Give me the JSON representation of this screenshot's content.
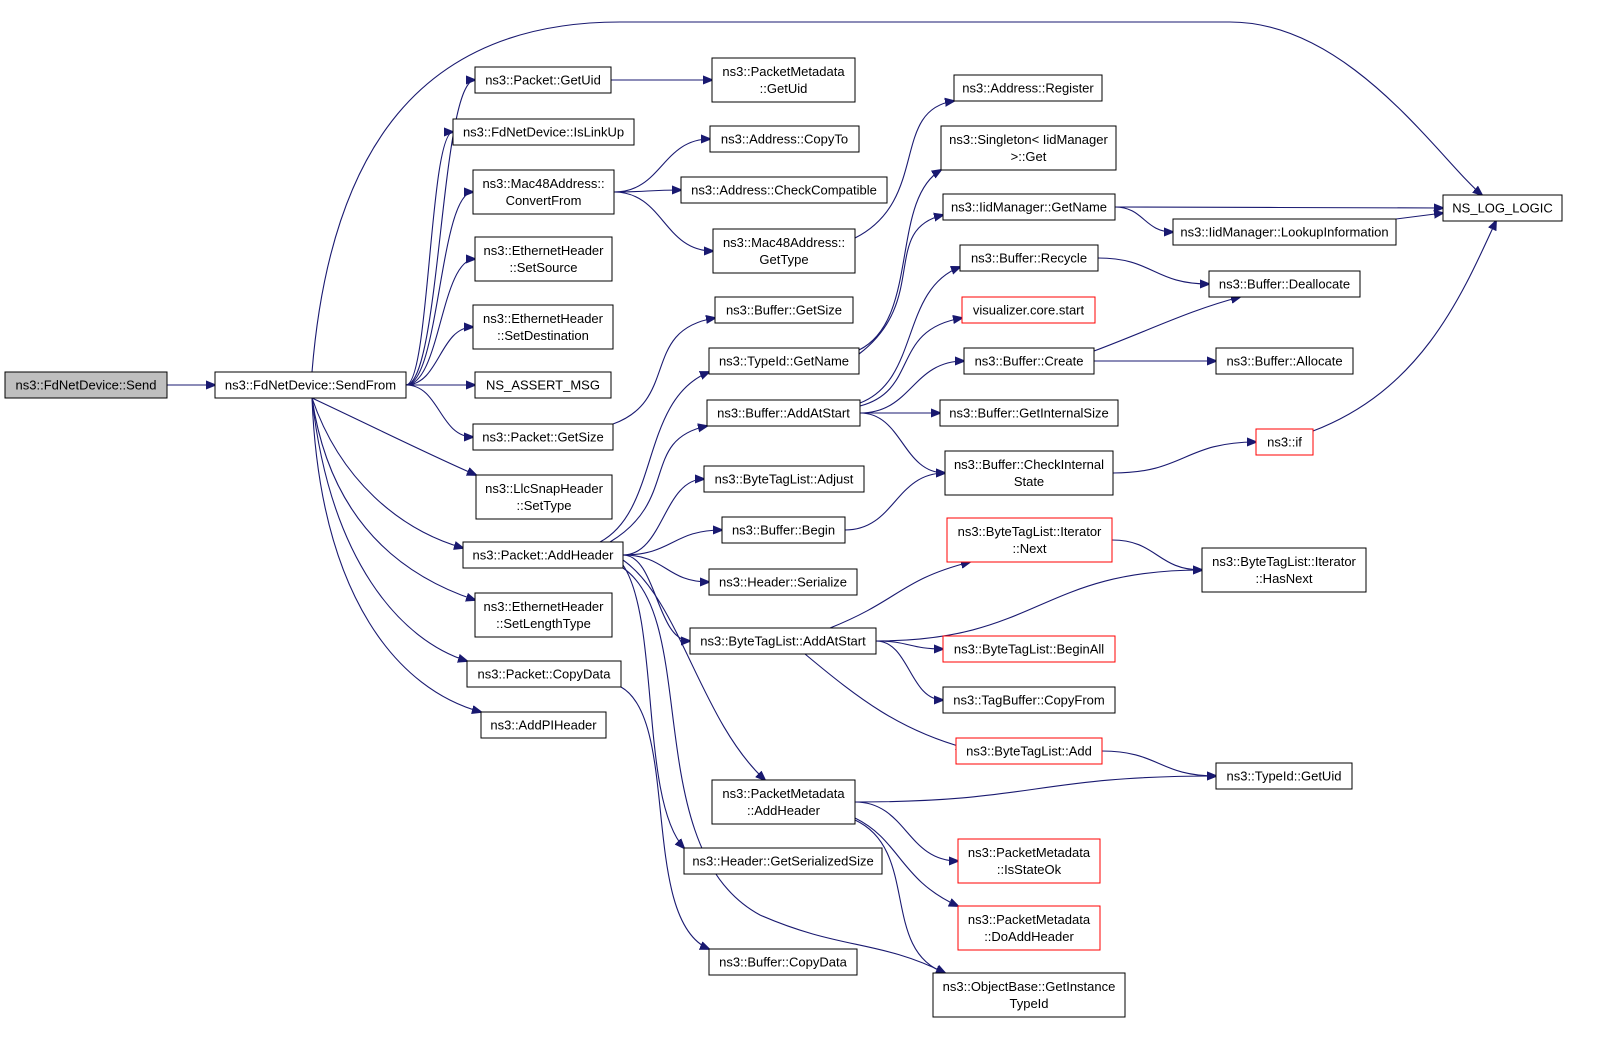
{
  "colors": {
    "edge": "#191970",
    "truncated_border": "#ff0000",
    "root_fill": "#bfbfbf",
    "node_border": "#000000"
  },
  "nodes": [
    {
      "id": "send",
      "lines": [
        "ns3::FdNetDevice::Send"
      ],
      "style": "root"
    },
    {
      "id": "sendfrom",
      "lines": [
        "ns3::FdNetDevice::SendFrom"
      ]
    },
    {
      "id": "getuid_pkt",
      "lines": [
        "ns3::Packet::GetUid"
      ]
    },
    {
      "id": "islinkup",
      "lines": [
        "ns3::FdNetDevice::IsLinkUp"
      ]
    },
    {
      "id": "mac48convert",
      "lines": [
        "ns3::Mac48Address::",
        "ConvertFrom"
      ]
    },
    {
      "id": "eth_setsource",
      "lines": [
        "ns3::EthernetHeader",
        "::SetSource"
      ]
    },
    {
      "id": "eth_setdest",
      "lines": [
        "ns3::EthernetHeader",
        "::SetDestination"
      ]
    },
    {
      "id": "assertmsg",
      "lines": [
        "NS_ASSERT_MSG"
      ]
    },
    {
      "id": "pkt_getsize",
      "lines": [
        "ns3::Packet::GetSize"
      ]
    },
    {
      "id": "llc_settype",
      "lines": [
        "ns3::LlcSnapHeader",
        "::SetType"
      ]
    },
    {
      "id": "pkt_addheader",
      "lines": [
        "ns3::Packet::AddHeader"
      ]
    },
    {
      "id": "eth_setlentype",
      "lines": [
        "ns3::EthernetHeader",
        "::SetLengthType"
      ]
    },
    {
      "id": "pkt_copydata",
      "lines": [
        "ns3::Packet::CopyData"
      ]
    },
    {
      "id": "addpiheader",
      "lines": [
        "ns3::AddPIHeader"
      ]
    },
    {
      "id": "pm_getuid",
      "lines": [
        "ns3::PacketMetadata",
        "::GetUid"
      ]
    },
    {
      "id": "addr_copyto",
      "lines": [
        "ns3::Address::CopyTo"
      ]
    },
    {
      "id": "addr_checkcompat",
      "lines": [
        "ns3::Address::CheckCompatible"
      ]
    },
    {
      "id": "mac48gettype",
      "lines": [
        "ns3::Mac48Address::",
        "GetType"
      ]
    },
    {
      "id": "buf_getsize",
      "lines": [
        "ns3::Buffer::GetSize"
      ]
    },
    {
      "id": "typeid_getname",
      "lines": [
        "ns3::TypeId::GetName"
      ]
    },
    {
      "id": "buf_addatstart",
      "lines": [
        "ns3::Buffer::AddAtStart"
      ]
    },
    {
      "id": "btl_adjust",
      "lines": [
        "ns3::ByteTagList::Adjust"
      ]
    },
    {
      "id": "buf_begin",
      "lines": [
        "ns3::Buffer::Begin"
      ]
    },
    {
      "id": "hdr_serialize",
      "lines": [
        "ns3::Header::Serialize"
      ]
    },
    {
      "id": "btl_addatstart",
      "lines": [
        "ns3::ByteTagList::AddAtStart"
      ]
    },
    {
      "id": "pm_addheader",
      "lines": [
        "ns3::PacketMetadata",
        "::AddHeader"
      ]
    },
    {
      "id": "hdr_getsersize",
      "lines": [
        "ns3::Header::GetSerializedSize"
      ]
    },
    {
      "id": "buf_copydata",
      "lines": [
        "ns3::Buffer::CopyData"
      ]
    },
    {
      "id": "addr_register",
      "lines": [
        "ns3::Address::Register"
      ]
    },
    {
      "id": "singleton_get",
      "lines": [
        "ns3::Singleton< IidManager",
        ">::Get"
      ]
    },
    {
      "id": "iid_getname",
      "lines": [
        "ns3::IidManager::GetName"
      ]
    },
    {
      "id": "buf_recycle",
      "lines": [
        "ns3::Buffer::Recycle"
      ]
    },
    {
      "id": "viz_start",
      "lines": [
        "visualizer.core.start"
      ],
      "style": "truncated"
    },
    {
      "id": "buf_create",
      "lines": [
        "ns3::Buffer::Create"
      ]
    },
    {
      "id": "buf_getinternalsize",
      "lines": [
        "ns3::Buffer::GetInternalSize"
      ]
    },
    {
      "id": "buf_checkinternal",
      "lines": [
        "ns3::Buffer::CheckInternal",
        "State"
      ]
    },
    {
      "id": "btl_it_next",
      "lines": [
        "ns3::ByteTagList::Iterator",
        "::Next"
      ],
      "style": "truncated"
    },
    {
      "id": "btl_beginall",
      "lines": [
        "ns3::ByteTagList::BeginAll"
      ],
      "style": "truncated"
    },
    {
      "id": "tagbuf_copyfrom",
      "lines": [
        "ns3::TagBuffer::CopyFrom"
      ]
    },
    {
      "id": "btl_add",
      "lines": [
        "ns3::ByteTagList::Add"
      ],
      "style": "truncated"
    },
    {
      "id": "pm_isstateok",
      "lines": [
        "ns3::PacketMetadata",
        "::IsStateOk"
      ],
      "style": "truncated"
    },
    {
      "id": "pm_doaddheader",
      "lines": [
        "ns3::PacketMetadata",
        "::DoAddHeader"
      ],
      "style": "truncated"
    },
    {
      "id": "ob_getinstancetypeid",
      "lines": [
        "ns3::ObjectBase::GetInstance",
        "TypeId"
      ]
    },
    {
      "id": "ns_log_logic",
      "lines": [
        "NS_LOG_LOGIC"
      ]
    },
    {
      "id": "iid_lookupinfo",
      "lines": [
        "ns3::IidManager::LookupInformation"
      ]
    },
    {
      "id": "buf_deallocate",
      "lines": [
        "ns3::Buffer::Deallocate"
      ]
    },
    {
      "id": "buf_allocate",
      "lines": [
        "ns3::Buffer::Allocate"
      ]
    },
    {
      "id": "ns3_if",
      "lines": [
        "ns3::if"
      ],
      "style": "truncated"
    },
    {
      "id": "btl_it_hasnext",
      "lines": [
        "ns3::ByteTagList::Iterator",
        "::HasNext"
      ]
    },
    {
      "id": "typeid_getuid",
      "lines": [
        "ns3::TypeId::GetUid"
      ]
    }
  ],
  "edges": [
    [
      "send",
      "sendfrom"
    ],
    [
      "sendfrom",
      "getuid_pkt"
    ],
    [
      "sendfrom",
      "islinkup"
    ],
    [
      "sendfrom",
      "mac48convert"
    ],
    [
      "sendfrom",
      "eth_setsource"
    ],
    [
      "sendfrom",
      "eth_setdest"
    ],
    [
      "sendfrom",
      "assertmsg"
    ],
    [
      "sendfrom",
      "pkt_getsize"
    ],
    [
      "sendfrom",
      "llc_settype"
    ],
    [
      "sendfrom",
      "pkt_addheader"
    ],
    [
      "sendfrom",
      "eth_setlentype"
    ],
    [
      "sendfrom",
      "pkt_copydata"
    ],
    [
      "sendfrom",
      "addpiheader"
    ],
    [
      "sendfrom",
      "ns_log_logic"
    ],
    [
      "getuid_pkt",
      "pm_getuid"
    ],
    [
      "mac48convert",
      "addr_copyto"
    ],
    [
      "mac48convert",
      "addr_checkcompat"
    ],
    [
      "mac48convert",
      "mac48gettype"
    ],
    [
      "mac48gettype",
      "addr_register"
    ],
    [
      "pkt_getsize",
      "buf_getsize"
    ],
    [
      "pkt_addheader",
      "typeid_getname"
    ],
    [
      "pkt_addheader",
      "buf_addatstart"
    ],
    [
      "pkt_addheader",
      "btl_adjust"
    ],
    [
      "pkt_addheader",
      "buf_begin"
    ],
    [
      "pkt_addheader",
      "hdr_serialize"
    ],
    [
      "pkt_addheader",
      "btl_addatstart"
    ],
    [
      "pkt_addheader",
      "pm_addheader"
    ],
    [
      "pkt_addheader",
      "hdr_getsersize"
    ],
    [
      "pkt_addheader",
      "ob_getinstancetypeid"
    ],
    [
      "pkt_copydata",
      "buf_copydata"
    ],
    [
      "typeid_getname",
      "singleton_get"
    ],
    [
      "typeid_getname",
      "iid_getname"
    ],
    [
      "buf_addatstart",
      "buf_recycle"
    ],
    [
      "buf_addatstart",
      "viz_start"
    ],
    [
      "buf_addatstart",
      "buf_create"
    ],
    [
      "buf_addatstart",
      "buf_getinternalsize"
    ],
    [
      "buf_addatstart",
      "buf_checkinternal"
    ],
    [
      "buf_begin",
      "buf_checkinternal"
    ],
    [
      "btl_addatstart",
      "btl_it_next"
    ],
    [
      "btl_addatstart",
      "btl_it_hasnext"
    ],
    [
      "btl_addatstart",
      "btl_beginall"
    ],
    [
      "btl_addatstart",
      "tagbuf_copyfrom"
    ],
    [
      "btl_addatstart",
      "btl_add"
    ],
    [
      "pm_addheader",
      "typeid_getuid"
    ],
    [
      "pm_addheader",
      "pm_isstateok"
    ],
    [
      "pm_addheader",
      "pm_doaddheader"
    ],
    [
      "pm_addheader",
      "ob_getinstancetypeid"
    ],
    [
      "iid_getname",
      "ns_log_logic"
    ],
    [
      "iid_getname",
      "iid_lookupinfo"
    ],
    [
      "iid_lookupinfo",
      "ns_log_logic"
    ],
    [
      "buf_recycle",
      "buf_deallocate"
    ],
    [
      "buf_create",
      "buf_deallocate"
    ],
    [
      "buf_create",
      "buf_allocate"
    ],
    [
      "buf_checkinternal",
      "ns3_if"
    ],
    [
      "ns3_if",
      "ns_log_logic"
    ],
    [
      "btl_it_next",
      "btl_it_hasnext"
    ],
    [
      "btl_add",
      "typeid_getuid"
    ]
  ]
}
